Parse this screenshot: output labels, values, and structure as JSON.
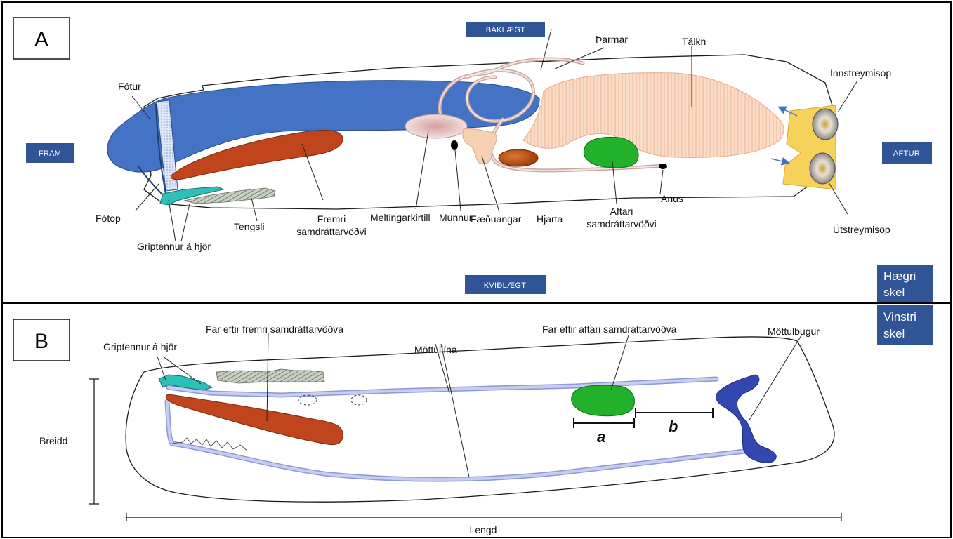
{
  "panel_a": {
    "letter": "A",
    "directions": {
      "top": "BAKLÆGT",
      "left": "FRAM",
      "right": "AFTUR",
      "bottom": "KVIÐLÆGT"
    },
    "labels": {
      "fotur": "Fótur",
      "fotop": "Fótop",
      "griptennur": "Griptennur á hjör",
      "tengsli": "Tengsli",
      "fremri_1": "Fremri",
      "fremri_2": "samdráttarvöðvi",
      "meltingarkirtill": "Meltingarkirtill",
      "munnur": "Munnur",
      "faeduangar": "Fæðuangar",
      "parmar": "Þarmar",
      "hjarta": "Hjarta",
      "aftari_1": "Aftari",
      "aftari_2": "samdráttarvöðvi",
      "anus": "Anus",
      "talkn": "Tálkn",
      "innstreymisop": "Innstreymisop",
      "utstreymisop": "Útstreymisop"
    },
    "shell_tag_1": "Hægri",
    "shell_tag_2": "skel"
  },
  "panel_b": {
    "letter": "B",
    "shell_tag_1": "Vinstri",
    "shell_tag_2": "skel",
    "labels": {
      "griptennur": "Griptennur á hjör",
      "far_fremri": "Far eftir fremri samdráttarvöðva",
      "mottullina": "Möttullína",
      "far_aftari": "Far eftir aftari samdráttarvöðva",
      "mottulbugur": "Möttulbugur",
      "a": "a",
      "b": "b",
      "breidd": "Breidd",
      "lengd": "Lengd"
    }
  },
  "colors": {
    "foot": "#4472c4",
    "anterior_muscle": "#c0451c",
    "posterior_muscle": "#22b12a",
    "gill": "#f8d7c0",
    "heart": "#b8460b",
    "siphon": "#f6d25a",
    "hinge_teeth": "#2ebfb7",
    "mantle_line": "#b6bde6",
    "pallial_sinus": "#3347b0",
    "tag": "#2f5597"
  }
}
